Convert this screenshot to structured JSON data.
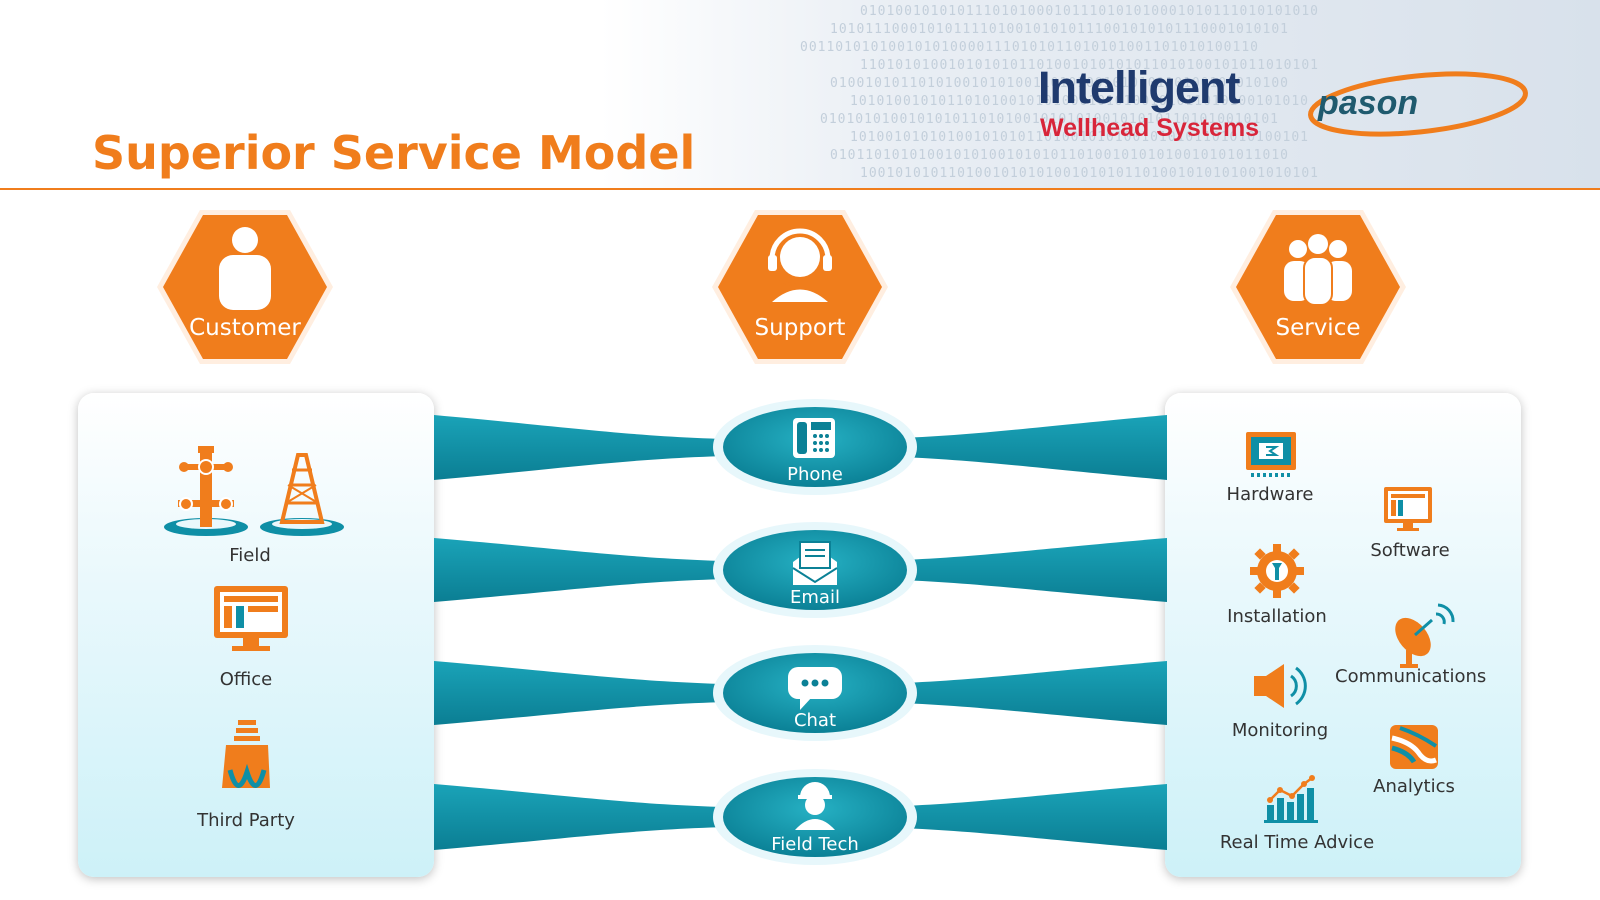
{
  "header": {
    "title": "Superior Service Model",
    "brand_line1": "Intelligent",
    "brand_line2": "Wellhead Systems",
    "partner_logo": "pason"
  },
  "colors": {
    "accent": "#f07d1c",
    "teal": "#0f8fa6",
    "navy": "#1f3a6e",
    "red": "#d8253a"
  },
  "hexagons": [
    {
      "label": "Customer",
      "icon": "person-icon"
    },
    {
      "label": "Support",
      "icon": "headset-icon"
    },
    {
      "label": "Service",
      "icon": "group-icon"
    }
  ],
  "customer_items": [
    {
      "label": "Field",
      "icon": "wellhead-rig-icon"
    },
    {
      "label": "Office",
      "icon": "monitor-icon"
    },
    {
      "label": "Third Party",
      "icon": "tool-icon"
    }
  ],
  "channels": [
    {
      "label": "Phone",
      "icon": "phone-icon"
    },
    {
      "label": "Email",
      "icon": "email-icon"
    },
    {
      "label": "Chat",
      "icon": "chat-icon"
    },
    {
      "label": "Field Tech",
      "icon": "technician-icon"
    }
  ],
  "service_items": [
    {
      "label": "Hardware",
      "icon": "hardware-icon"
    },
    {
      "label": "Software",
      "icon": "software-icon"
    },
    {
      "label": "Installation",
      "icon": "gear-wrench-icon"
    },
    {
      "label": "Communications",
      "icon": "satellite-dish-icon"
    },
    {
      "label": "Monitoring",
      "icon": "speaker-icon"
    },
    {
      "label": "Analytics",
      "icon": "analytics-icon"
    },
    {
      "label": "Real Time Advice",
      "icon": "bar-chart-icon"
    }
  ]
}
